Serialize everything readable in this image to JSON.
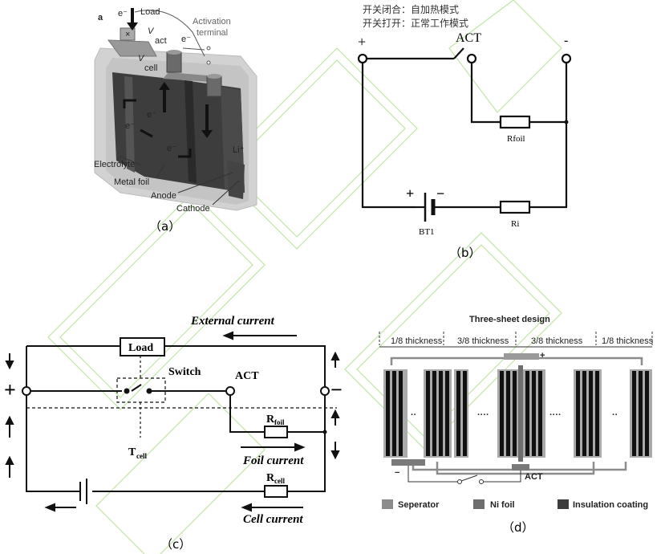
{
  "panel_a": {
    "tag": "a",
    "caption": "（a）",
    "labels": {
      "electron": "e⁻",
      "load": "Load",
      "activation": "Activation",
      "terminal": "terminal",
      "v": "V",
      "v_act_sub": "act",
      "v_cell_sub": "cell",
      "electrolyte": "Electrolyte",
      "metal_foil": "Metal foil",
      "anode": "Anode",
      "cathode": "Cathode",
      "li": "Li⁺"
    }
  },
  "panel_b": {
    "caption": "（b）",
    "note_line1": "开关闭合：自加热模式",
    "note_line2": "开关打开：正常工作模式",
    "plus": "+",
    "minus": "-",
    "act": "ACT",
    "rfoil": "Rfoil",
    "ri": "Ri",
    "bt1": "BT1",
    "batt_plus": "+",
    "batt_minus": "−"
  },
  "panel_c": {
    "caption": "（c）",
    "load": "Load",
    "switch": "Switch",
    "act": "ACT",
    "tcell_main": "T",
    "tcell_sub": "cell",
    "rfoil_main": "R",
    "rfoil_sub": "foil",
    "rcell_main": "R",
    "rcell_sub": "cell",
    "external_current": "External current",
    "foil_current": "Foil current",
    "cell_current": "Cell current",
    "plus": "+",
    "minus": "−"
  },
  "panel_d": {
    "caption": "（d）",
    "title": "Three-sheet design",
    "thickness": [
      "1/8 thickness",
      "3/8 thickness",
      "3/8 thickness",
      "1/8 thickness"
    ],
    "plus": "+",
    "minus": "−",
    "act": "ACT",
    "legend": [
      "Seperator",
      "Ni foil",
      "Insulation coating"
    ],
    "dots": [
      "··",
      "····",
      "····",
      "··"
    ]
  },
  "colors": {
    "line": "#111111",
    "watermark": "#b8e09a",
    "separator": "#8c8c8c",
    "ni_foil": "#6e6e6e",
    "insulation": "#3c3c3c"
  }
}
